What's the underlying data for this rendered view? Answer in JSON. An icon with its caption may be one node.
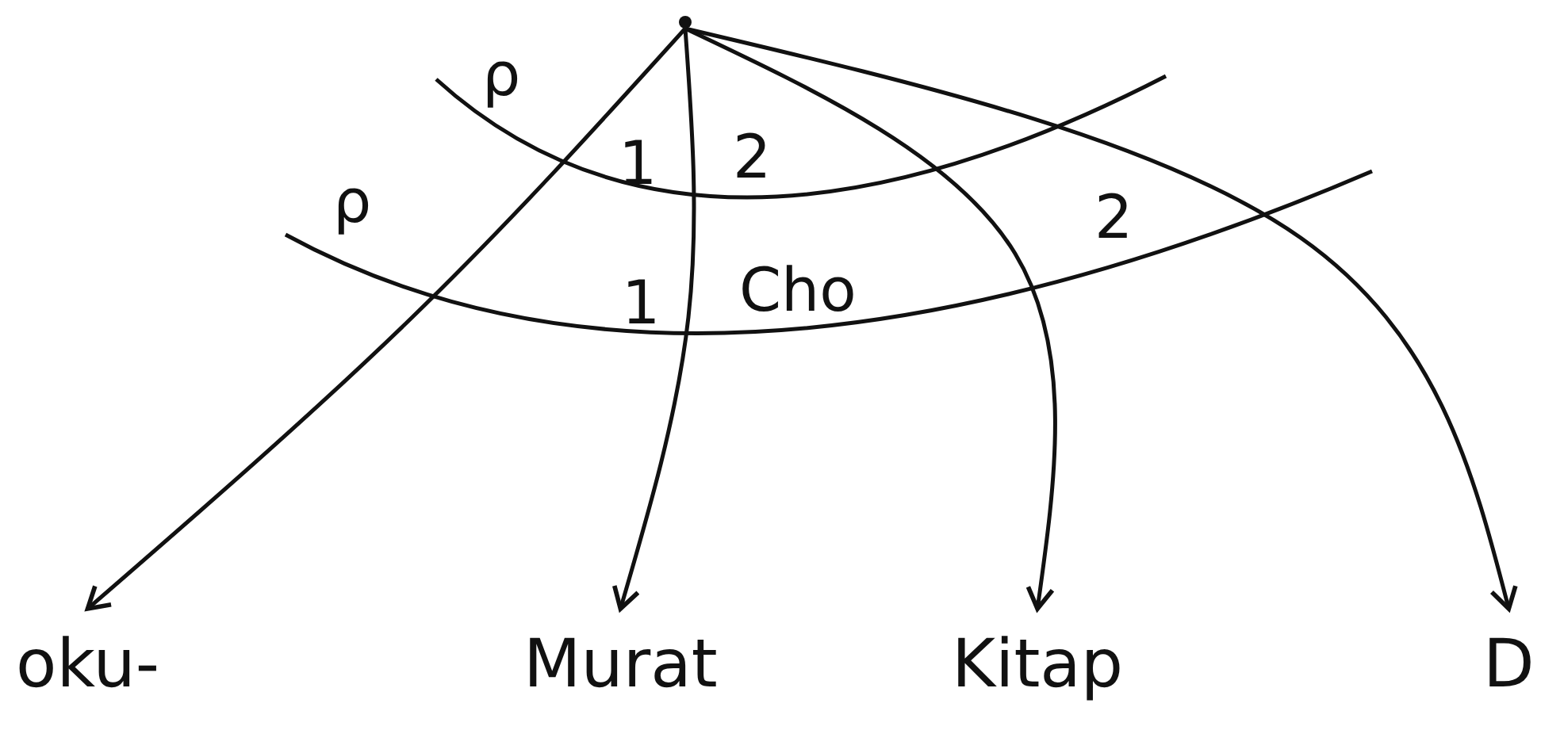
{
  "diagram": {
    "nodes": [
      {
        "text": [],
        "shape": "circle"
      },
      {
        "text": [
          "oku-"
        ]
      },
      {
        "text": [
          "Murat"
        ]
      },
      {
        "text": [
          "Kitap"
        ]
      },
      {
        "text": [
          "D"
        ]
      }
    ],
    "edges": [
      {
        "from": 0,
        "to": 1,
        "arrow": "to"
      },
      {
        "from": 0,
        "to": 2,
        "arrow": "to"
      },
      {
        "from": 0,
        "to": 3,
        "arrow": "to"
      },
      {
        "from": 0,
        "to": 4,
        "arrow": "to"
      }
    ],
    "labels": [
      "ρ",
      "1",
      "2",
      "ρ",
      "1",
      "Cho",
      "2"
    ]
  }
}
